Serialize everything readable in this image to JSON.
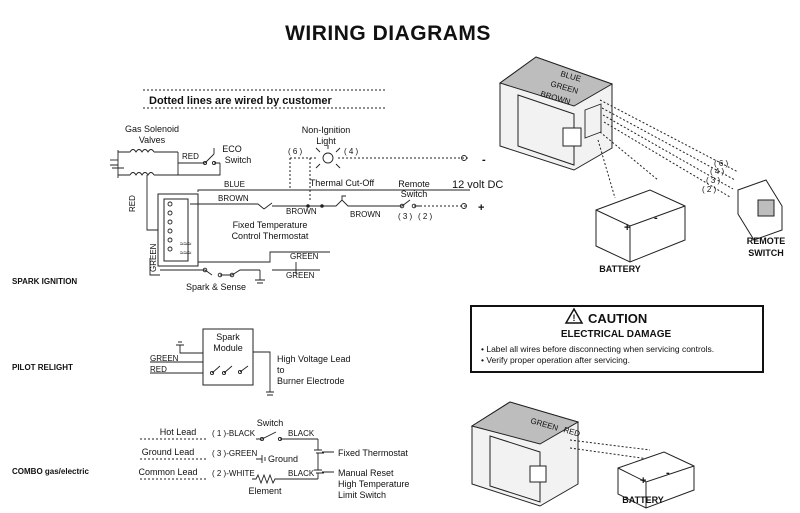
{
  "title": "WIRING DIAGRAMS",
  "dotted_note": "Dotted lines are wired by customer",
  "sections": {
    "spark": "SPARK IGNITION",
    "pilot": "PILOT RELIGHT",
    "combo": "COMBO gas/electric"
  },
  "spark_ignition": {
    "gas_solenoid_1": "Gas Solenoid",
    "gas_solenoid_2": "Valves",
    "red": "RED",
    "red_vertical": "RED",
    "eco_1": "ECO",
    "eco_2": "Switch",
    "non_ignition_1": "Non-Ignition",
    "non_ignition_2": "Light",
    "t6": "( 6 )",
    "t4": "( 4 )",
    "thermal_cutoff": "Thermal Cut-Off",
    "remote_1": "Remote",
    "remote_2": "Switch",
    "t3": "( 3 )",
    "t2": "( 2 )",
    "blue": "BLUE",
    "brown_1": "BROWN",
    "brown_2": "BROWN",
    "brown_3": "BROWN",
    "fixed_temp_1": "Fixed Temperature",
    "fixed_temp_2": "Control Thermostat",
    "green_1": "GREEN",
    "green_2": "GREEN",
    "green_vertical": "GREEN",
    "spark_sense": "Spark & Sense",
    "volt": "12 volt DC",
    "minus": "-",
    "plus": "+"
  },
  "right_top": {
    "wire_blue": "BLUE",
    "wire_green": "GREEN",
    "wire_brown": "BROWN",
    "t6": "( 6 )",
    "t4": "( 4 )",
    "t3": "( 3 )",
    "t2": "( 2 )",
    "battery": "BATTERY",
    "remote_1": "REMOTE",
    "remote_2": "SWITCH",
    "bat_plus": "+",
    "bat_minus": "-"
  },
  "caution": {
    "title": "CAUTION",
    "subtitle": "ELECTRICAL DAMAGE",
    "bullet_1": "• Label all wires before disconnecting when servicing controls.",
    "bullet_2": "• Verify proper operation after servicing."
  },
  "pilot_relight": {
    "spark_1": "Spark",
    "spark_2": "Module",
    "green": "GREEN",
    "red": "RED",
    "hv_1": "High Voltage Lead",
    "hv_2": "to",
    "hv_3": "Burner Electrode"
  },
  "combo": {
    "switch": "Switch",
    "hot_lead": "Hot Lead",
    "ground_lead": "Ground Lead",
    "common_lead": "Common Lead",
    "t1": "( 1 )-BLACK",
    "t3": "( 3 )-GREEN",
    "t2": "( 2 )-WHITE",
    "black_1": "BLACK",
    "black_2": "BLACK",
    "ground": "Ground",
    "element": "Element",
    "fixed_thermostat": "Fixed Thermostat",
    "manual_1": "Manual Reset",
    "manual_2": "High Temperature",
    "manual_3": "Limit Switch"
  },
  "right_bottom": {
    "wire_green": "GREEN",
    "wire_red": "RED",
    "battery": "BATTERY",
    "bat_plus": "+",
    "bat_minus": "-"
  }
}
